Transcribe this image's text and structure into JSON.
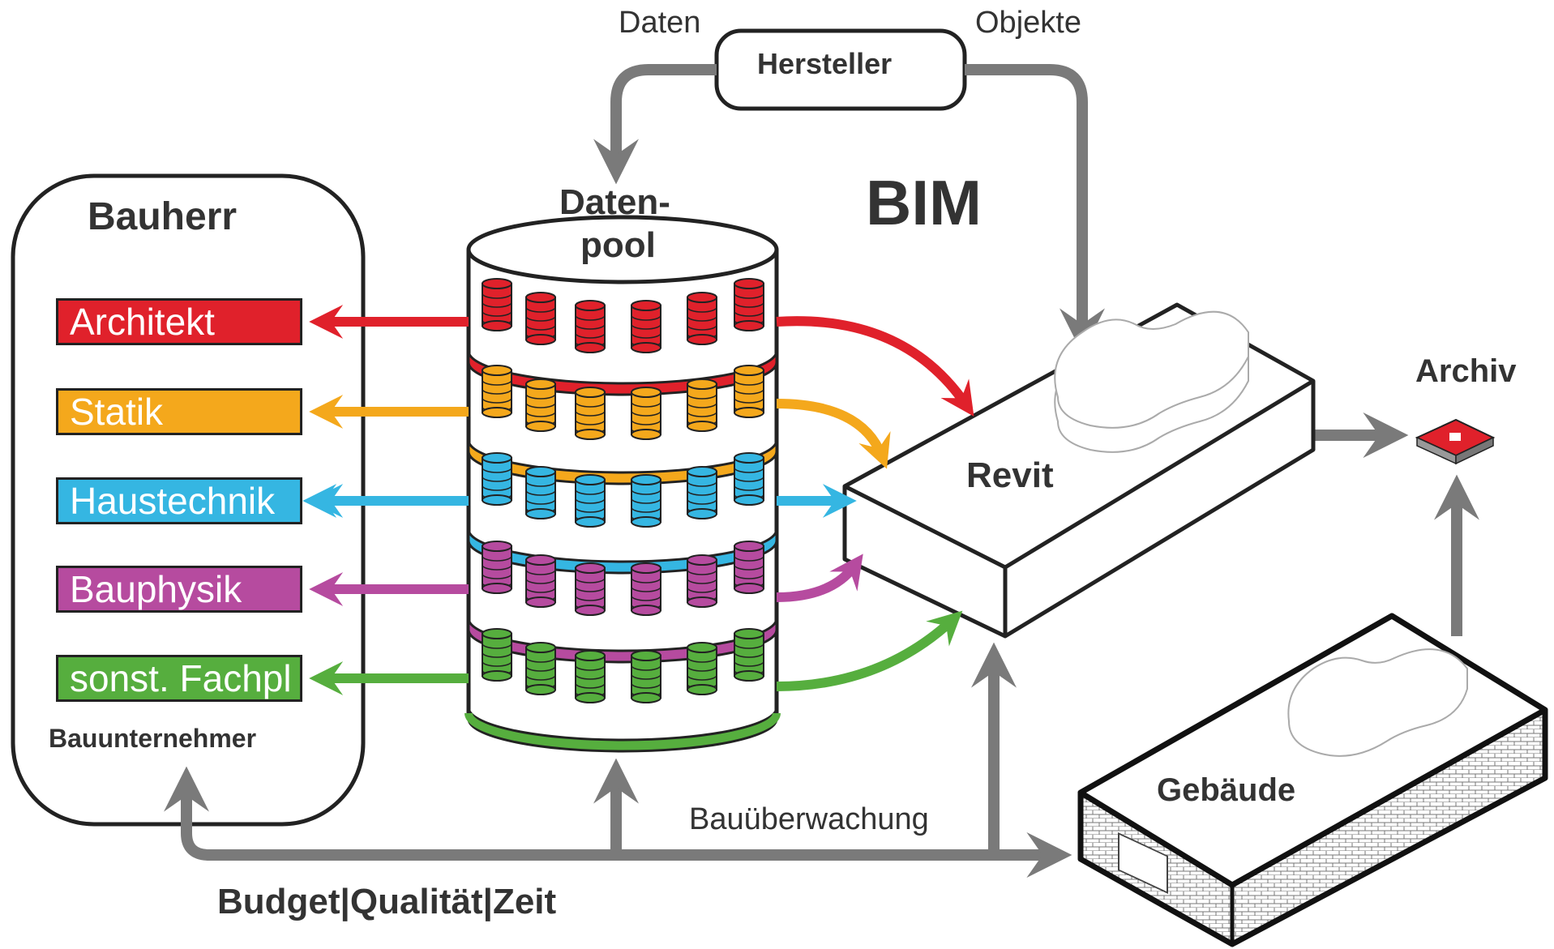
{
  "title": "BIM",
  "left_panel": {
    "client": "Bauherr",
    "disciplines": [
      {
        "label": "Architekt",
        "color": "#e0212b"
      },
      {
        "label": "Statik",
        "color": "#f4a81c"
      },
      {
        "label": "Haustechnik",
        "color": "#35b6e2"
      },
      {
        "label": "Bauphysik",
        "color": "#b64b9f"
      },
      {
        "label": "sonst. Fachpl",
        "color": "#56ae3e"
      }
    ],
    "contractor": "Bauunternehmer"
  },
  "datapool": {
    "label_line1": "Daten-",
    "label_line2": "pool"
  },
  "manufacturer": {
    "label": "Hersteller",
    "left_flow": "Daten",
    "right_flow": "Objekte"
  },
  "revit": {
    "label": "Revit"
  },
  "archive": {
    "label": "Archiv"
  },
  "building": {
    "label": "Gebäude"
  },
  "supervision": {
    "label": "Bauüberwachung"
  },
  "constraints": {
    "label": "Budget|Qualität|Zeit"
  },
  "colors": {
    "arrow_gray": "#7a7a7a",
    "outline": "#222222",
    "text": "#333333",
    "chip": "#e0212b"
  }
}
